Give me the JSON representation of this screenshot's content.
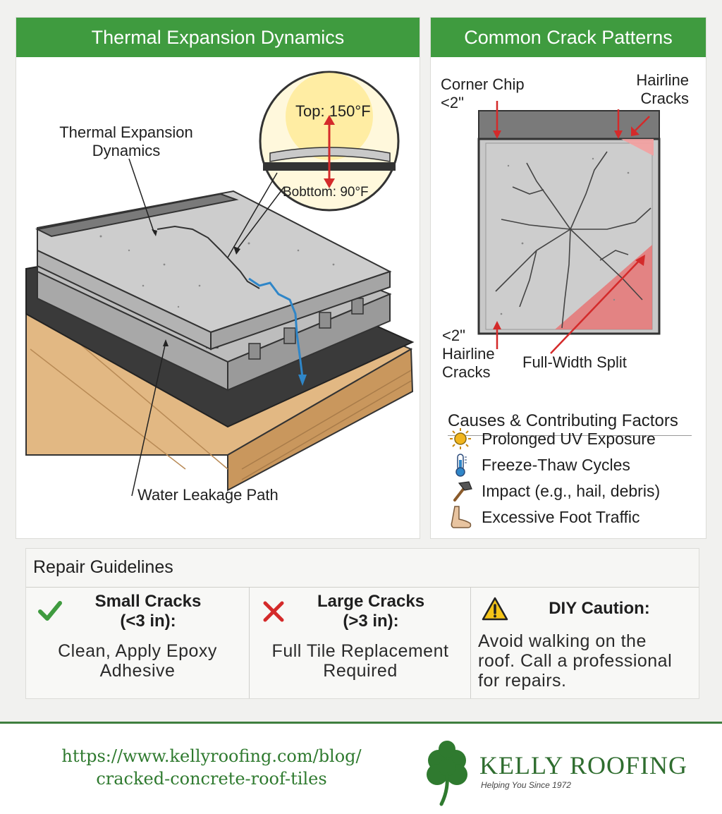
{
  "left_panel": {
    "header": "Thermal Expansion Dynamics",
    "label_thermal": [
      "Thermal Expansion",
      "Dynamics"
    ],
    "inset_top": "Top: 150°F",
    "inset_bottom": "Bobttom: 90°F",
    "label_water": "Water Leakage Path"
  },
  "right_panel": {
    "header": "Common Crack Patterns",
    "corner_chip": [
      "Corner Chip",
      "<2\""
    ],
    "hairline_top": [
      "Hairline",
      "Cracks"
    ],
    "hairline_bottom": [
      "<2\"",
      "Hairline",
      "Cracks"
    ],
    "full_width": "Full-Width Split",
    "causes_title": "Causes & Contributing Factors",
    "causes": [
      {
        "icon": "sun-icon",
        "label": "Prolonged UV Exposure"
      },
      {
        "icon": "thermometer-icon",
        "label": "Freeze-Thaw Cycles"
      },
      {
        "icon": "hammer-icon",
        "label": "Impact (e.g., hail, debris)"
      },
      {
        "icon": "foot-icon",
        "label": "Excessive Foot Traffic"
      }
    ]
  },
  "repair": {
    "title": "Repair Guidelines",
    "columns": [
      {
        "icon": "check-icon",
        "head": [
          "Small Cracks",
          "(<3 in):"
        ],
        "body": [
          "Clean, Apply Epoxy",
          "Adhesive"
        ]
      },
      {
        "icon": "x-icon",
        "head": [
          "Large Cracks",
          "(>3 in):"
        ],
        "body": [
          "Full Tile Replacement",
          "Required"
        ]
      },
      {
        "icon": "warning-icon",
        "head": [
          "DIY Caution:"
        ],
        "body": [
          "Avoid walking on the",
          "roof. Call a professional",
          "for repairs."
        ]
      }
    ]
  },
  "footer": {
    "url": [
      "https://www.kellyroofing.com/blog/",
      "cracked-concrete-roof-tiles"
    ],
    "brand": "KELLY ROOFING",
    "tagline": "Helping You Since 1972"
  },
  "colors": {
    "header_green": "#3f9b3f",
    "crack_blue": "#2f86c8",
    "arrow_red": "#d42a2a",
    "tile_gray": "#c8c8c8"
  }
}
